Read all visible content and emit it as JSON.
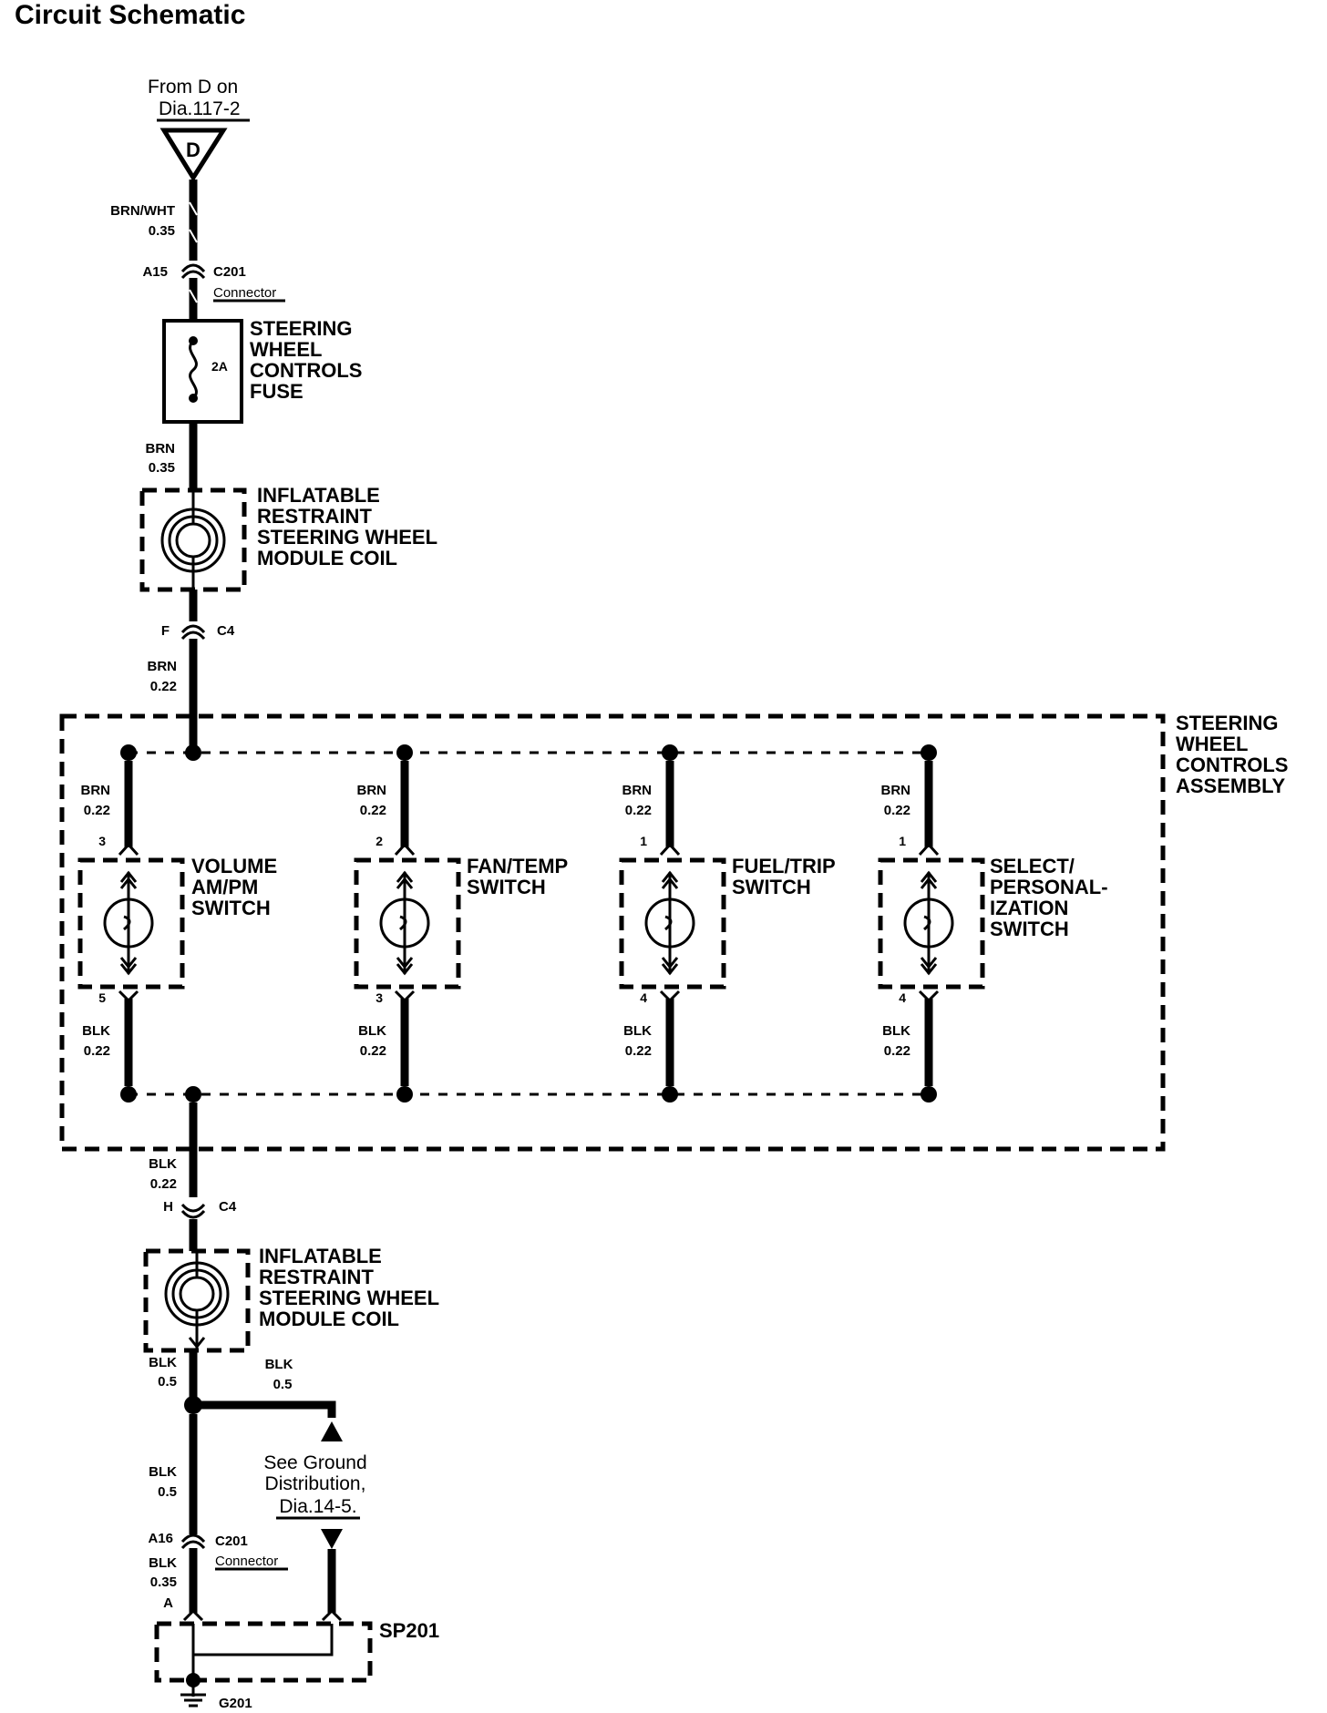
{
  "title": "Circuit Schematic",
  "from": {
    "line1": "From D on",
    "line2": "Dia.117-2",
    "letter": "D"
  },
  "wires": {
    "w1": {
      "color": "BRN/WHT",
      "gauge": "0.35"
    },
    "w2": {
      "color": "BRN",
      "gauge": "0.35"
    },
    "w3": {
      "color": "BRN",
      "gauge": "0.22"
    },
    "w4": {
      "color": "BLK",
      "gauge": "0.22"
    },
    "w5": {
      "color": "BLK",
      "gauge": "0.5"
    },
    "w6": {
      "color": "BLK",
      "gauge": "0.5"
    },
    "w7": {
      "color": "BLK",
      "gauge": "0.5"
    },
    "w8": {
      "color": "BLK",
      "gauge": "0.35"
    }
  },
  "connectors": {
    "c201_top": {
      "pin": "A15",
      "name": "C201",
      "sub": "Connector"
    },
    "c4_top": {
      "pin": "F",
      "name": "C4"
    },
    "c4_bottom": {
      "pin": "H",
      "name": "C4"
    },
    "c201_bottom": {
      "pin": "A16",
      "name": "C201",
      "sub": "Connector",
      "pin2": "A"
    }
  },
  "fuse": {
    "rating": "2A",
    "lines": [
      "STEERING",
      "WHEEL",
      "CONTROLS",
      "FUSE"
    ]
  },
  "coil_top": {
    "lines": [
      "INFLATABLE",
      "RESTRAINT",
      "STEERING WHEEL",
      "MODULE COIL"
    ]
  },
  "coil_bottom": {
    "lines": [
      "INFLATABLE",
      "RESTRAINT",
      "STEERING WHEEL",
      "MODULE COIL"
    ]
  },
  "assembly": {
    "lines": [
      "STEERING",
      "WHEEL",
      "CONTROLS",
      "ASSEMBLY"
    ]
  },
  "switches": [
    {
      "top_color": "BRN",
      "top_gauge": "0.22",
      "top_pin": "3",
      "bottom_pin": "5",
      "bottom_color": "BLK",
      "bottom_gauge": "0.22",
      "lines": [
        "VOLUME",
        "AM/PM",
        "SWITCH"
      ]
    },
    {
      "top_color": "BRN",
      "top_gauge": "0.22",
      "top_pin": "2",
      "bottom_pin": "3",
      "bottom_color": "BLK",
      "bottom_gauge": "0.22",
      "lines": [
        "FAN/TEMP",
        "SWITCH"
      ]
    },
    {
      "top_color": "BRN",
      "top_gauge": "0.22",
      "top_pin": "1",
      "bottom_pin": "4",
      "bottom_color": "BLK",
      "bottom_gauge": "0.22",
      "lines": [
        "FUEL/TRIP",
        "SWITCH"
      ]
    },
    {
      "top_color": "BRN",
      "top_gauge": "0.22",
      "top_pin": "1",
      "bottom_pin": "4",
      "bottom_color": "BLK",
      "bottom_gauge": "0.22",
      "lines": [
        "SELECT/",
        "PERSONAL-",
        "IZATION",
        "SWITCH"
      ]
    }
  ],
  "ground_ref": {
    "lines": [
      "See Ground",
      "Distribution,"
    ],
    "link": "Dia.14-5."
  },
  "splice": {
    "name": "SP201"
  },
  "ground": {
    "name": "G201"
  }
}
